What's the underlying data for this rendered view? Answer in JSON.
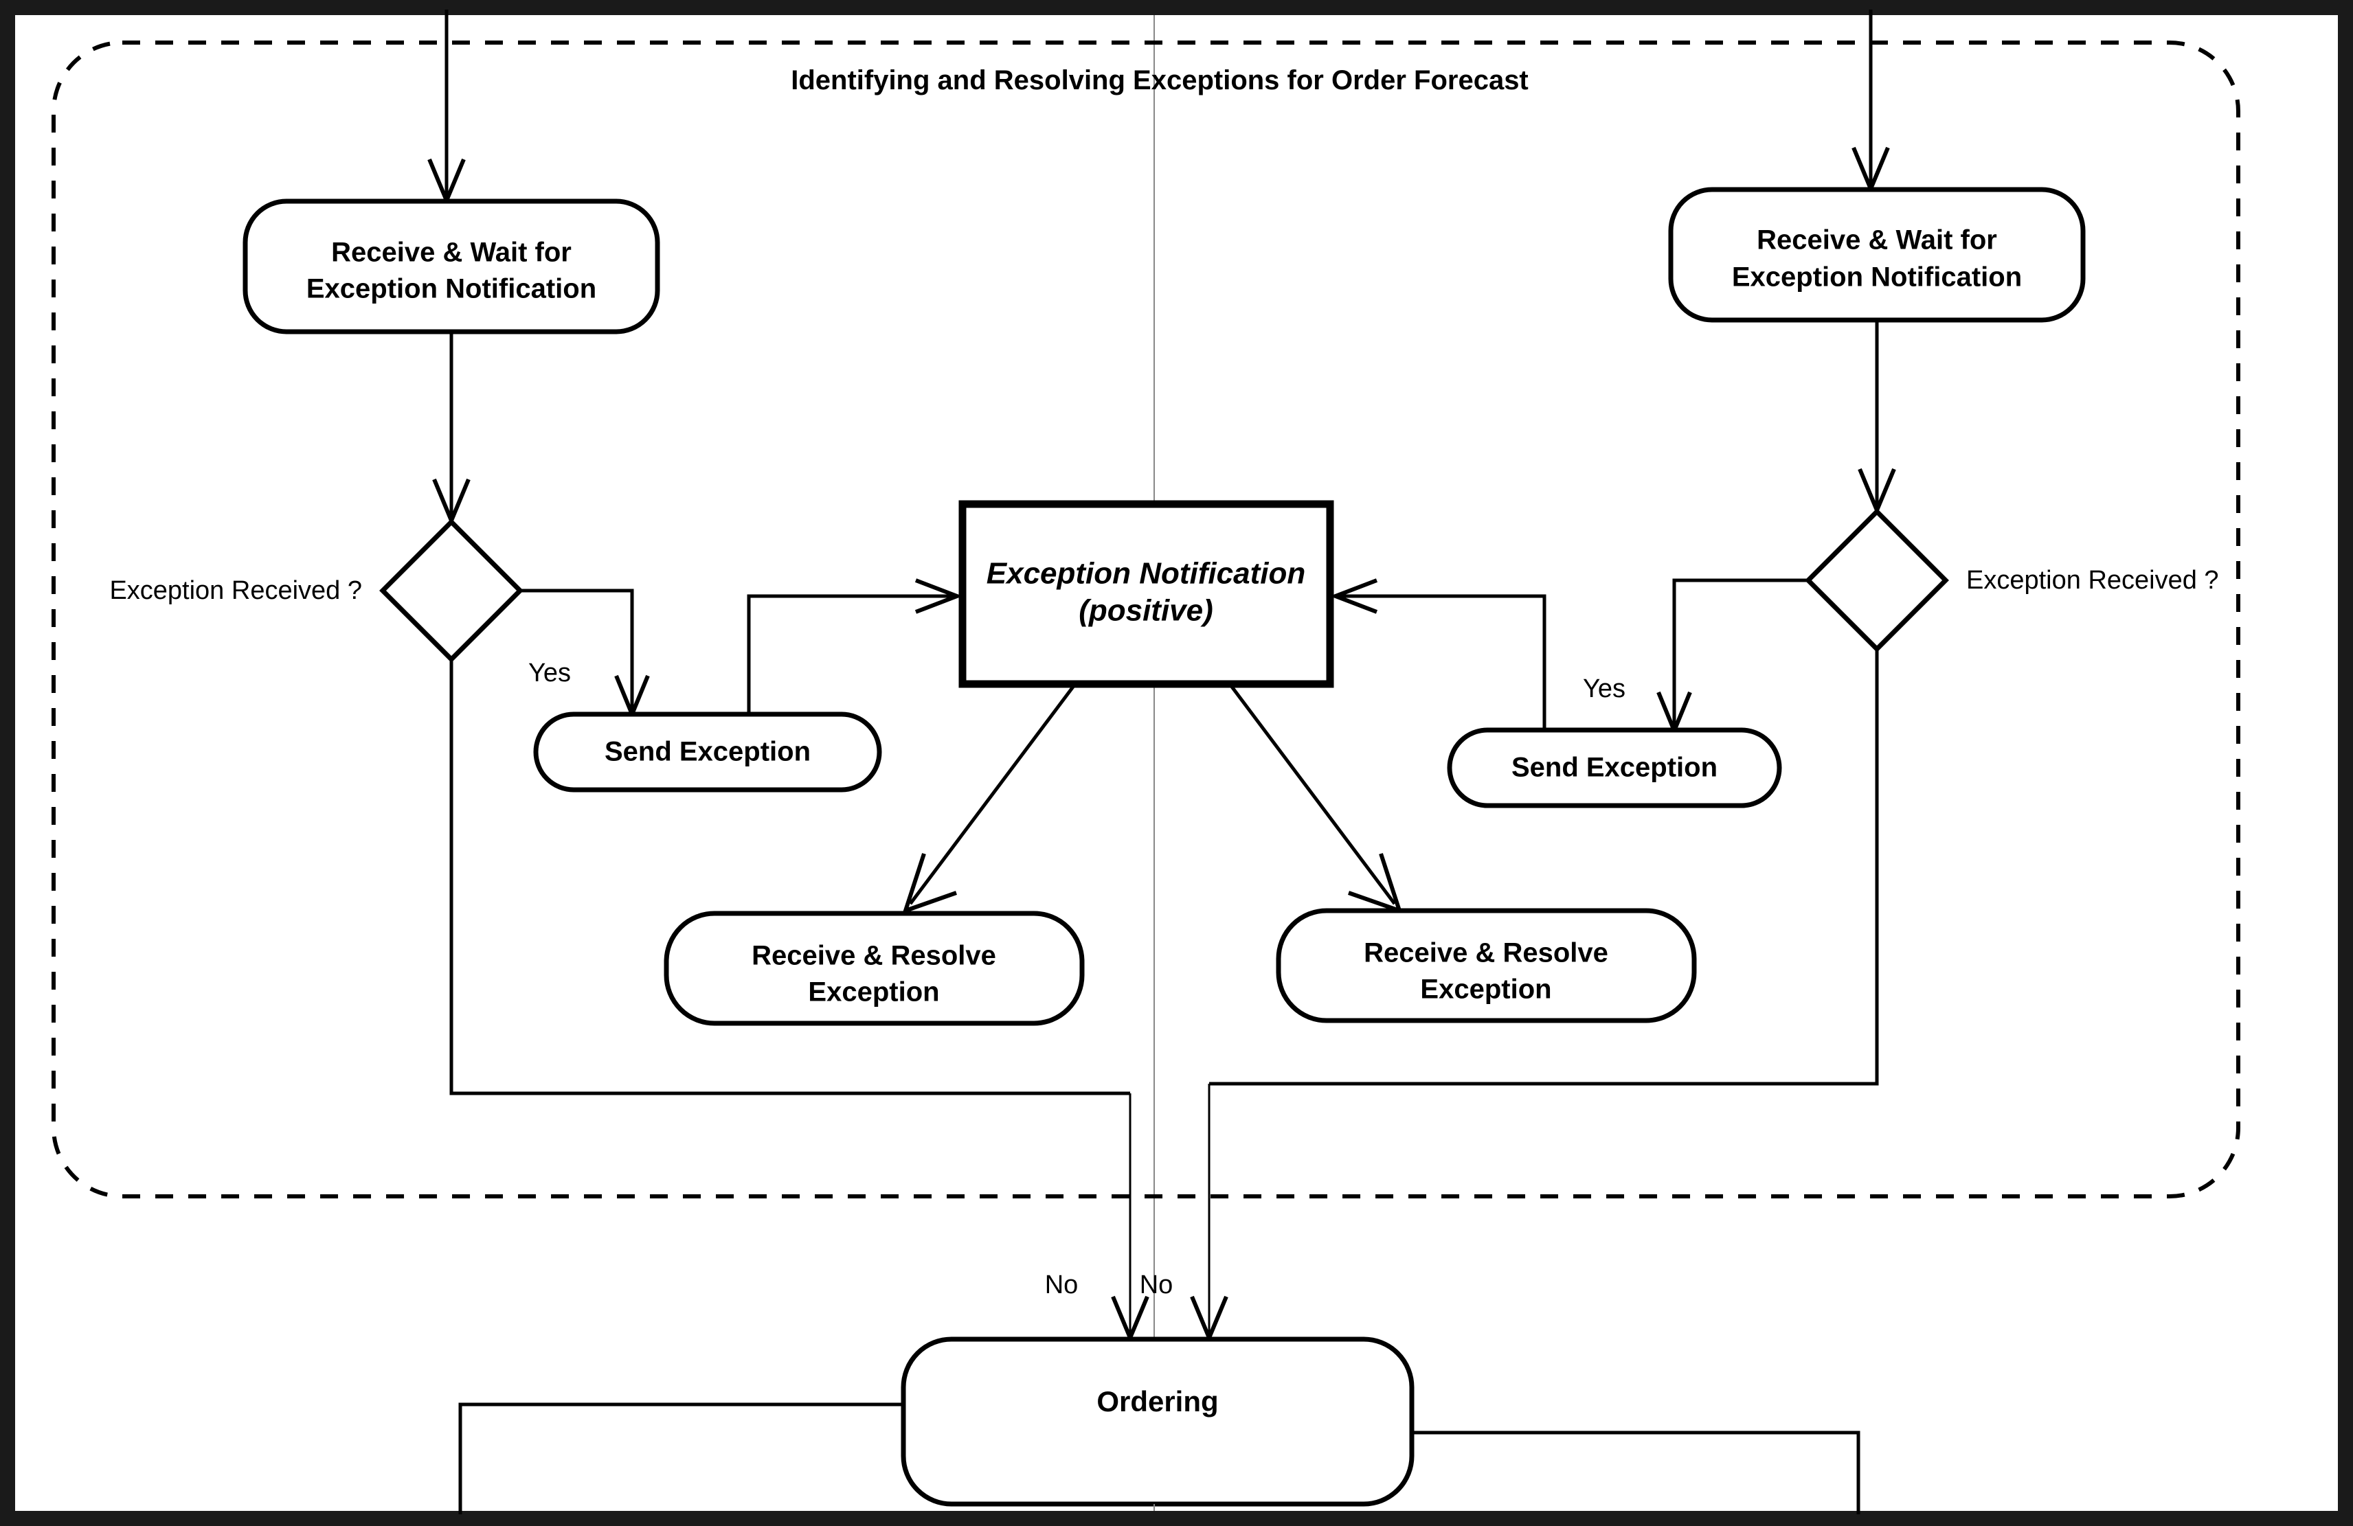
{
  "frame": {
    "title": "Identifying and Resolving Exceptions for Order Forecast",
    "border_style": "dashed-rounded",
    "accent_color": "#000000",
    "background_color": "#ffffff"
  },
  "nodes": {
    "left_receive_wait": {
      "line1": "Receive & Wait for",
      "line2": "Exception Notification",
      "shape": "rounded-rect"
    },
    "right_receive_wait": {
      "line1": "Receive & Wait for",
      "line2": "Exception Notification",
      "shape": "rounded-rect"
    },
    "left_decision": {
      "label": "Exception Received ?",
      "shape": "diamond"
    },
    "right_decision": {
      "label": "Exception Received ?",
      "shape": "diamond"
    },
    "left_send_exception": {
      "label": "Send Exception",
      "shape": "rounded-rect"
    },
    "right_send_exception": {
      "label": "Send Exception",
      "shape": "rounded-rect"
    },
    "notification_object": {
      "line1": "Exception Notification",
      "line2": "(positive)",
      "shape": "rect"
    },
    "left_receive_resolve": {
      "line1": "Receive & Resolve",
      "line2": "Exception",
      "shape": "rounded-rect"
    },
    "right_receive_resolve": {
      "line1": "Receive & Resolve",
      "line2": "Exception",
      "shape": "rounded-rect"
    },
    "ordering": {
      "label": "Ordering",
      "shape": "rounded-rect"
    }
  },
  "edge_labels": {
    "left_yes": "Yes",
    "right_yes": "Yes",
    "left_no": "No",
    "right_no": "No"
  }
}
